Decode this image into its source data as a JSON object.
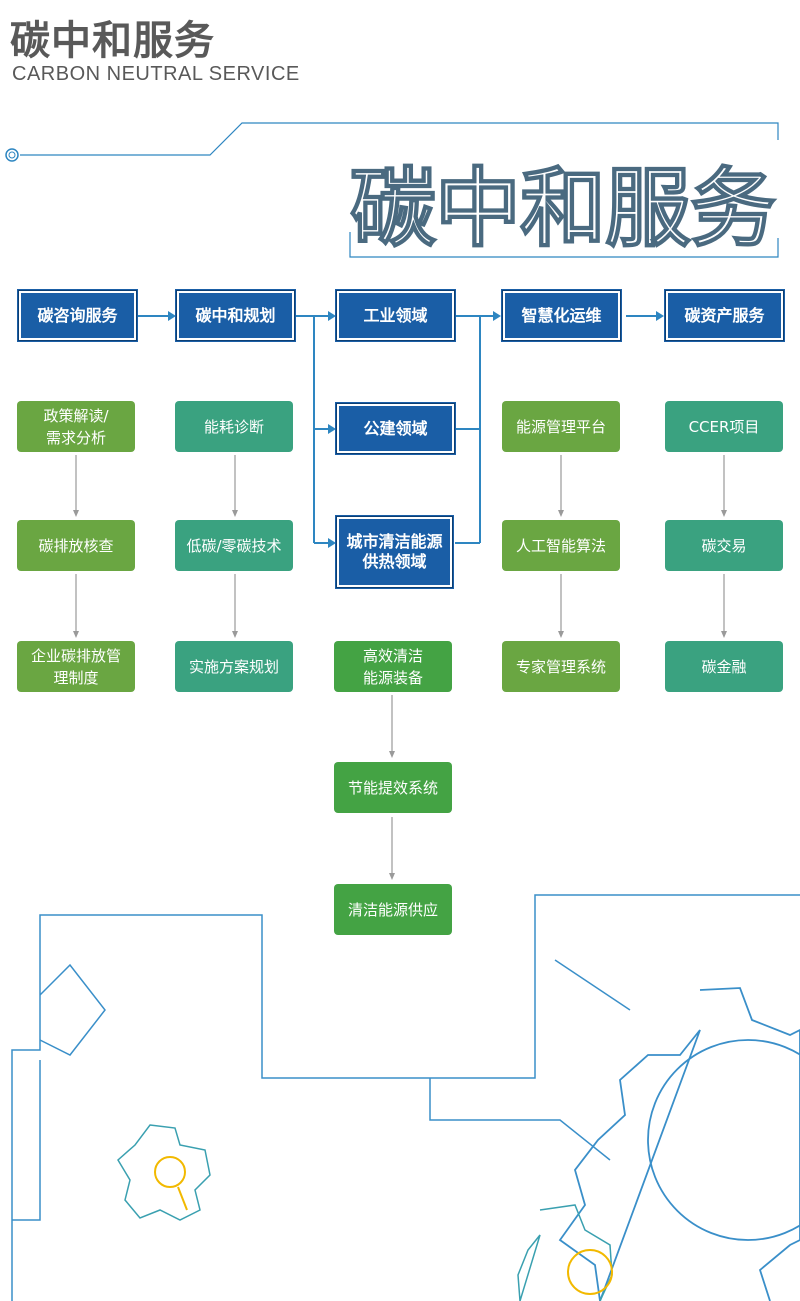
{
  "header": {
    "title_cn": "碳中和服务",
    "title_en": "CARBON NEUTRAL SERVICE"
  },
  "banner": {
    "text": "碳中和服务"
  },
  "stages": [
    "碳咨询服务",
    "碳中和规划",
    "工业领域",
    "公建领域",
    "城市清洁能源供热领域",
    "智慧化运维",
    "碳资产服务"
  ],
  "columns": {
    "consulting": [
      "政策解读/需求分析",
      "碳排放核查",
      "企业碳排放管理制度"
    ],
    "planning": [
      "能耗诊断",
      "低碳/零碳技术",
      "实施方案规划"
    ],
    "energy": [
      "高效清洁能源装备",
      "节能提效系统",
      "清洁能源供应"
    ],
    "operation": [
      "能源管理平台",
      "人工智能算法",
      "专家管理系统"
    ],
    "assets": [
      "CCER项目",
      "碳交易",
      "碳金融"
    ]
  },
  "colors": {
    "header_blue": "#1a5ea6",
    "lime": "#6aa642",
    "teal": "#3aa280",
    "green": "#44a344",
    "line_blue": "#2e86c1",
    "gear_yellow": "#f2b900"
  }
}
